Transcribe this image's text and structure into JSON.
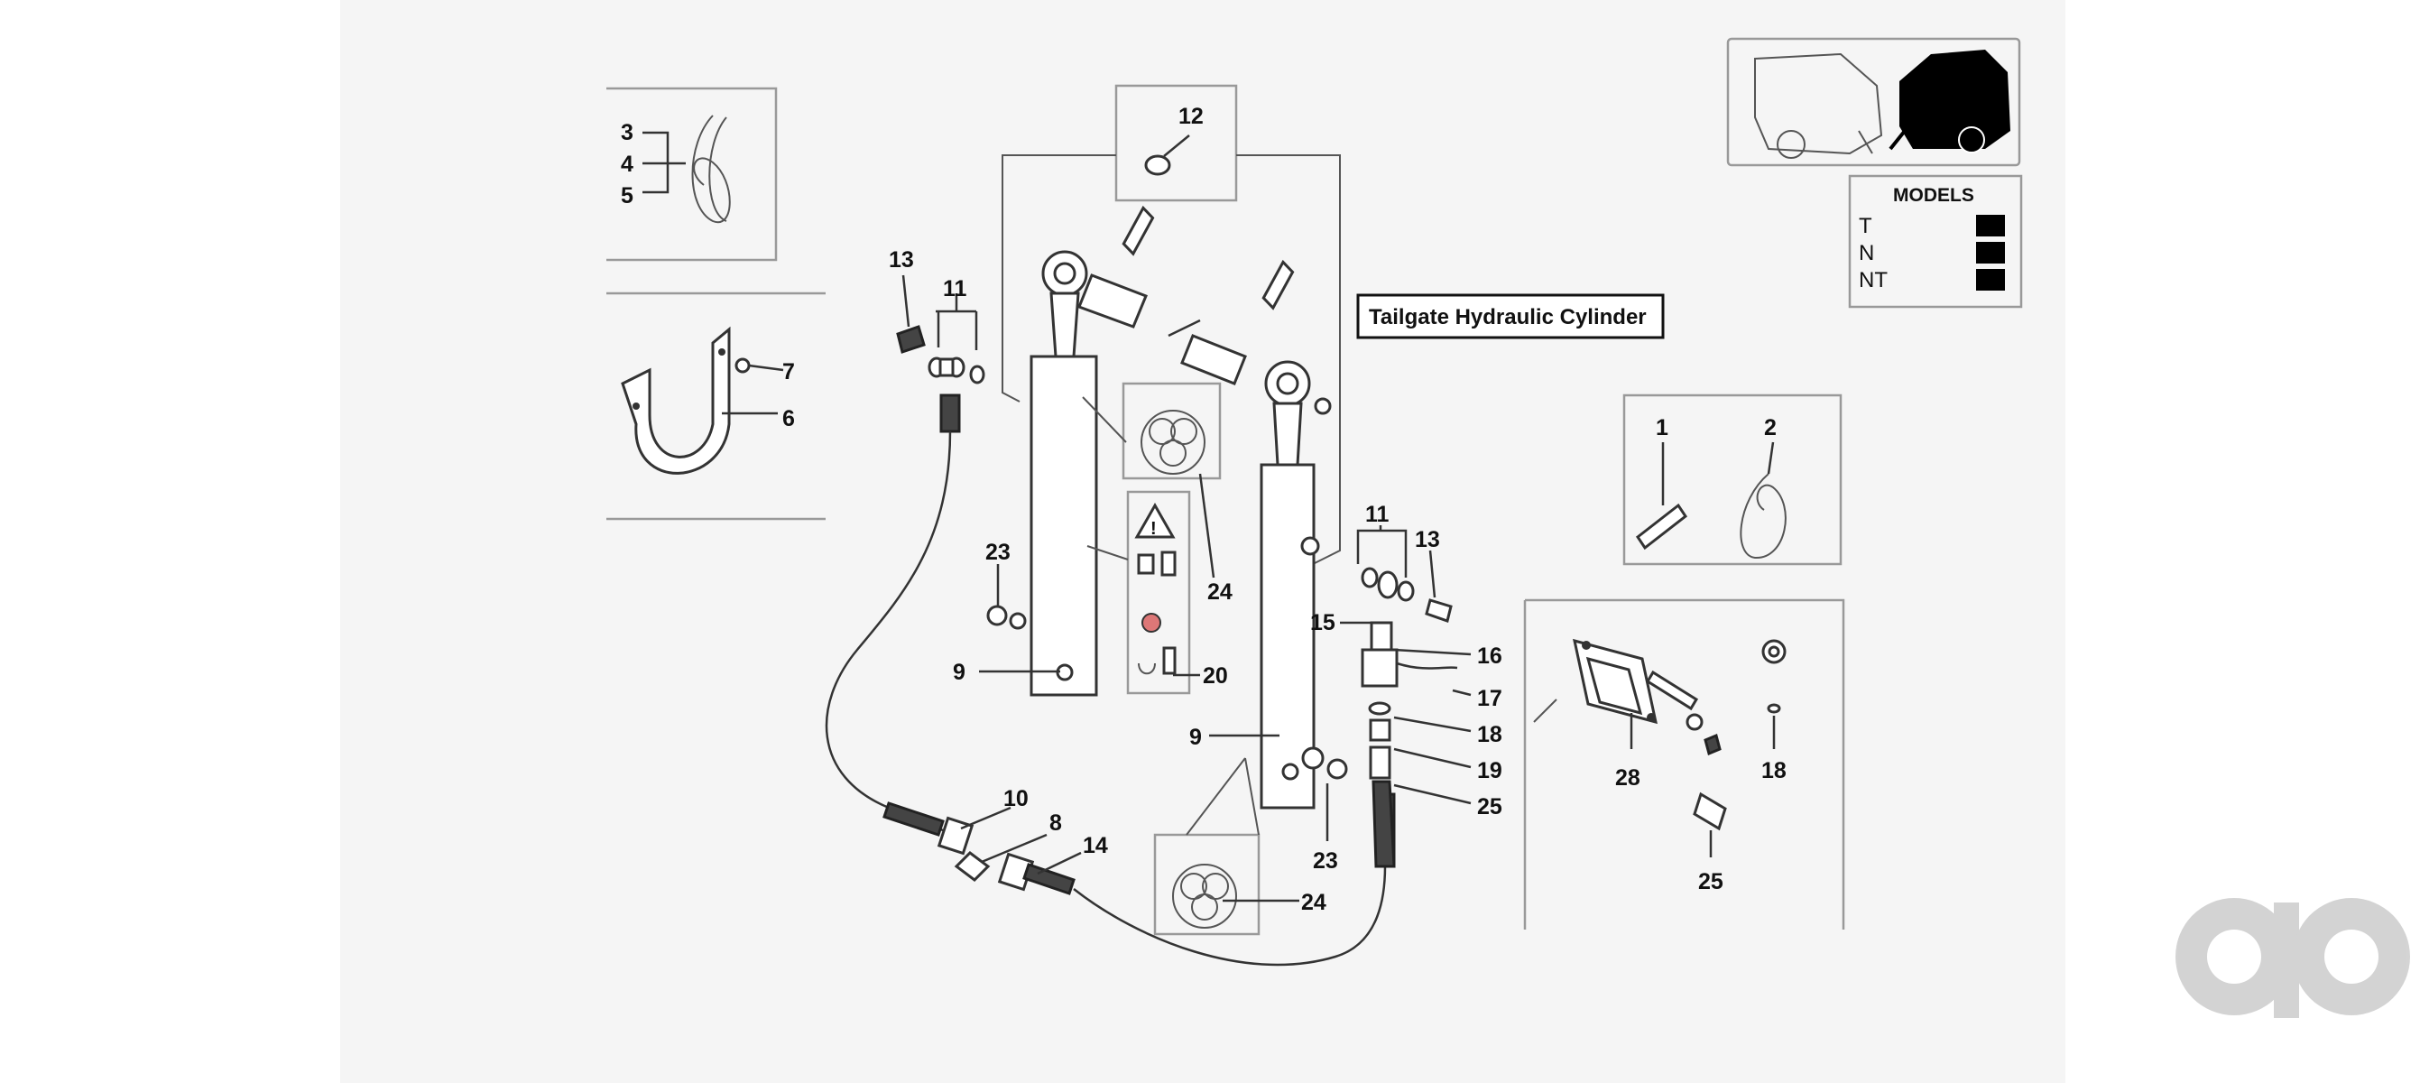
{
  "diagram": {
    "title": "Tailgate Hydraulic Cylinder",
    "models": {
      "heading": "MODELS",
      "items": [
        "T",
        "N",
        "NT"
      ]
    },
    "callouts": {
      "c1": "1",
      "c2": "2",
      "c3": "3",
      "c4": "4",
      "c5": "5",
      "c6": "6",
      "c7": "7",
      "c8": "8",
      "c9a": "9",
      "c9b": "9",
      "c10": "10",
      "c11a": "11",
      "c11b": "11",
      "c12": "12",
      "c13a": "13",
      "c13b": "13",
      "c14": "14",
      "c15": "15",
      "c16": "16",
      "c17": "17",
      "c18a": "18",
      "c18b": "18",
      "c19": "19",
      "c20": "20",
      "c23a": "23",
      "c23b": "23",
      "c24a": "24",
      "c24b": "24",
      "c25a": "25",
      "c25b": "25",
      "c28": "28"
    }
  },
  "colors": {
    "panel_bg": "#f5f5f5",
    "ink": "#111111",
    "watermark": "#cfcfcf"
  },
  "icons": [
    "baler-outline-icon",
    "baler-silhouette-icon",
    "warning-triangle-icon",
    "brand-watermark-logo"
  ]
}
